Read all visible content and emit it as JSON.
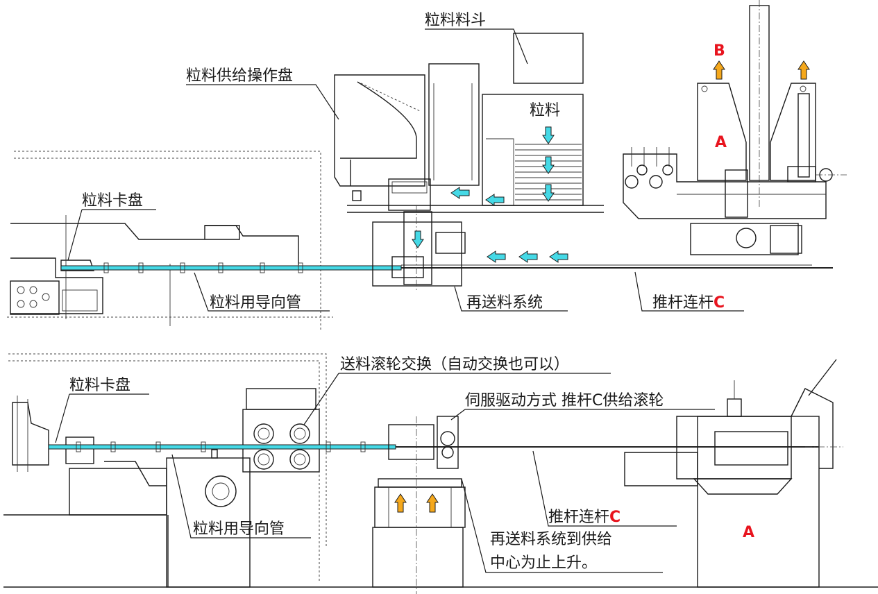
{
  "colors": {
    "cyan_arrow": "#45d9e6",
    "orange_arrow": "#f5a81c",
    "red_label": "#e8141e",
    "line": "#1a1a1a"
  },
  "top": {
    "hopper_label": "粒料料斗",
    "panel_label": "粒料供给操作盘",
    "pellet_label": "粒料",
    "chuck_label": "粒料卡盘",
    "guide_tube_label": "粒料用导向管",
    "refeed_label": "再送料系统",
    "push_rod_label": "推杆连杆",
    "marker_c": "C",
    "marker_a": "A",
    "marker_b": "B"
  },
  "bottom": {
    "chuck_label": "粒料卡盘",
    "roller_exchange_label": "送料滚轮交换（自动交换也可以）",
    "servo_label": "伺服驱动方式 推杆C供给滚轮",
    "push_rod_label": "推杆连杆",
    "marker_c": "C",
    "marker_a": "A",
    "guide_tube_label": "粒料用导向管",
    "raise_line1": "再送料系统到供给",
    "raise_line2": "中心为止上升。"
  },
  "icons": {
    "flow_arrow": "cyan-arrow-icon",
    "lift_arrow": "orange-up-arrow-icon"
  }
}
